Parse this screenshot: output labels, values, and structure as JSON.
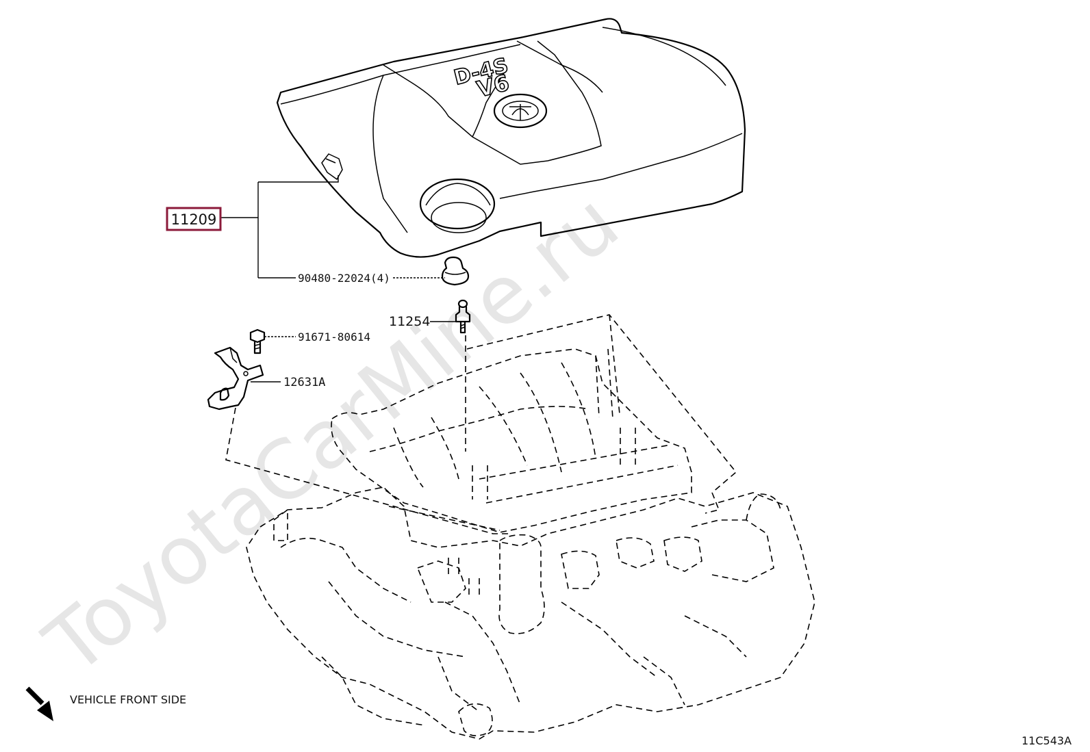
{
  "watermark": "ToyotaCarMine.ru",
  "parts": {
    "engine_cover": "11209",
    "grommet": "90480-22024(4)",
    "stud": "11254",
    "bolt": "91671-80614",
    "bracket": "12631A"
  },
  "cover_text": {
    "line1": "D-4S",
    "line2": "V6"
  },
  "legend": {
    "front_side_label": "VEHICLE FRONT SIDE"
  },
  "diagram_code": "11C543A",
  "colors": {
    "highlight": "#8b1a3a",
    "line": "#000000",
    "watermark": "#e6e6e6"
  }
}
